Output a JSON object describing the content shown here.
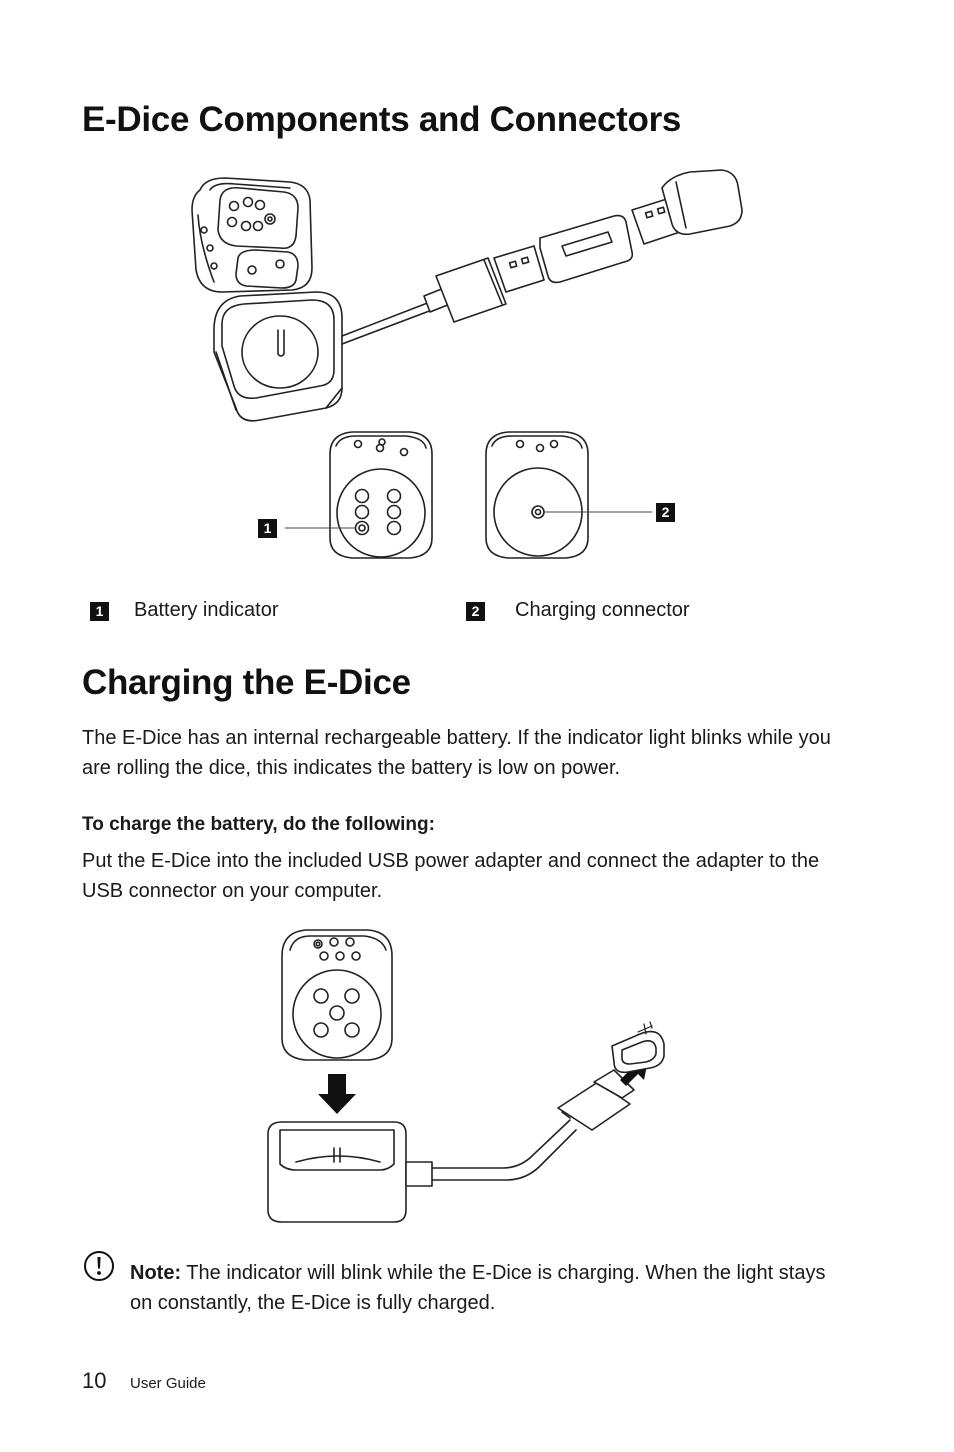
{
  "section1": {
    "title": "E-Dice Components and Connectors",
    "callout1": "1",
    "callout2": "2",
    "legend": [
      {
        "num": "1",
        "label": "Battery indicator"
      },
      {
        "num": "2",
        "label": "Charging connector"
      }
    ]
  },
  "section2": {
    "title": "Charging the E-Dice",
    "paragraph": "The E-Dice has an internal rechargeable battery. If the indicator light blinks while you are rolling the dice, this indicates the battery is low on power.",
    "instruction_heading": "To charge the battery, do the following:",
    "instruction": "Put the E-Dice into the included USB power adapter and connect the adapter to the USB connector on your computer."
  },
  "note": {
    "label": "Note:",
    "text": " The indicator will blink while the E-Dice is charging. When the light stays on constantly, the E-Dice is fully charged."
  },
  "footer": {
    "page_number": "10",
    "doc_title": "User Guide"
  }
}
